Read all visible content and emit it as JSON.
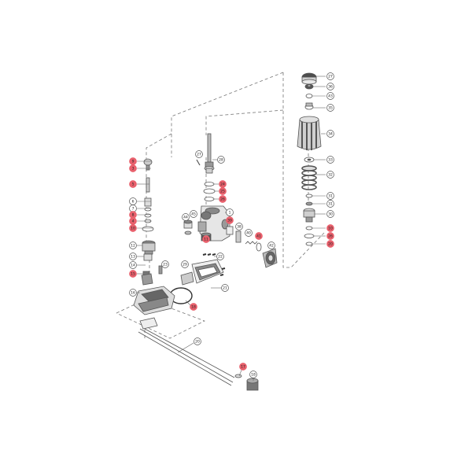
{
  "diagram": {
    "type": "exploded-parts-diagram",
    "colors": {
      "callout_highlight": "#e8606c",
      "callout_plain": "#ffffff",
      "line": "#555555",
      "part_fill": "#d9d9d9",
      "part_dark": "#6b6b6b"
    },
    "callouts": [
      {
        "id": "c27a",
        "label": "27",
        "highlight": false
      },
      {
        "id": "c36a",
        "label": "36",
        "highlight": false
      },
      {
        "id": "c43a",
        "label": "43",
        "highlight": false
      },
      {
        "id": "c35a",
        "label": "35",
        "highlight": false
      },
      {
        "id": "c34",
        "label": "34",
        "highlight": false
      },
      {
        "id": "c33a",
        "label": "33",
        "highlight": false
      },
      {
        "id": "c32",
        "label": "32",
        "highlight": false
      },
      {
        "id": "c31a",
        "label": "31",
        "highlight": false
      },
      {
        "id": "c31b",
        "label": "31",
        "highlight": false
      },
      {
        "id": "c30a",
        "label": "30",
        "highlight": false
      },
      {
        "id": "c10a",
        "label": "10",
        "highlight": true
      },
      {
        "id": "c26a",
        "label": "26",
        "highlight": true
      },
      {
        "id": "c20a",
        "label": "20",
        "highlight": true
      },
      {
        "id": "c27b",
        "label": "27",
        "highlight": false
      },
      {
        "id": "c28",
        "label": "28",
        "highlight": false
      },
      {
        "id": "c24",
        "label": "24",
        "highlight": true
      },
      {
        "id": "c25",
        "label": "25",
        "highlight": true
      },
      {
        "id": "c26b",
        "label": "26",
        "highlight": true
      },
      {
        "id": "c1",
        "label": "1",
        "highlight": false
      },
      {
        "id": "c44",
        "label": "44",
        "highlight": false
      },
      {
        "id": "c45",
        "label": "45",
        "highlight": false
      },
      {
        "id": "c39",
        "label": "39",
        "highlight": true
      },
      {
        "id": "c38",
        "label": "38",
        "highlight": false
      },
      {
        "id": "c40",
        "label": "40",
        "highlight": false
      },
      {
        "id": "c41",
        "label": "41",
        "highlight": true
      },
      {
        "id": "c42",
        "label": "42",
        "highlight": false
      },
      {
        "id": "c9",
        "label": "9",
        "highlight": true
      },
      {
        "id": "c3",
        "label": "3",
        "highlight": true
      },
      {
        "id": "c5",
        "label": "5",
        "highlight": true
      },
      {
        "id": "c6",
        "label": "6",
        "highlight": false
      },
      {
        "id": "c7",
        "label": "7",
        "highlight": false
      },
      {
        "id": "c8",
        "label": "8",
        "highlight": true
      },
      {
        "id": "c4",
        "label": "4",
        "highlight": true
      },
      {
        "id": "c10b",
        "label": "10",
        "highlight": true
      },
      {
        "id": "c11",
        "label": "11",
        "highlight": true
      },
      {
        "id": "c12",
        "label": "12",
        "highlight": false
      },
      {
        "id": "c13",
        "label": "13",
        "highlight": false
      },
      {
        "id": "c14",
        "label": "14",
        "highlight": false
      },
      {
        "id": "c15",
        "label": "15",
        "highlight": true
      },
      {
        "id": "c16",
        "label": "16",
        "highlight": false
      },
      {
        "id": "c23",
        "label": "23",
        "highlight": false
      },
      {
        "id": "c29",
        "label": "29",
        "highlight": false
      },
      {
        "id": "c22",
        "label": "22",
        "highlight": false
      },
      {
        "id": "c21",
        "label": "21",
        "highlight": false
      },
      {
        "id": "c18",
        "label": "18",
        "highlight": true
      },
      {
        "id": "c19",
        "label": "19",
        "highlight": false
      },
      {
        "id": "c20b",
        "label": "20",
        "highlight": false
      },
      {
        "id": "c17",
        "label": "17",
        "highlight": true
      },
      {
        "id": "c18b",
        "label": "18",
        "highlight": false
      }
    ]
  }
}
